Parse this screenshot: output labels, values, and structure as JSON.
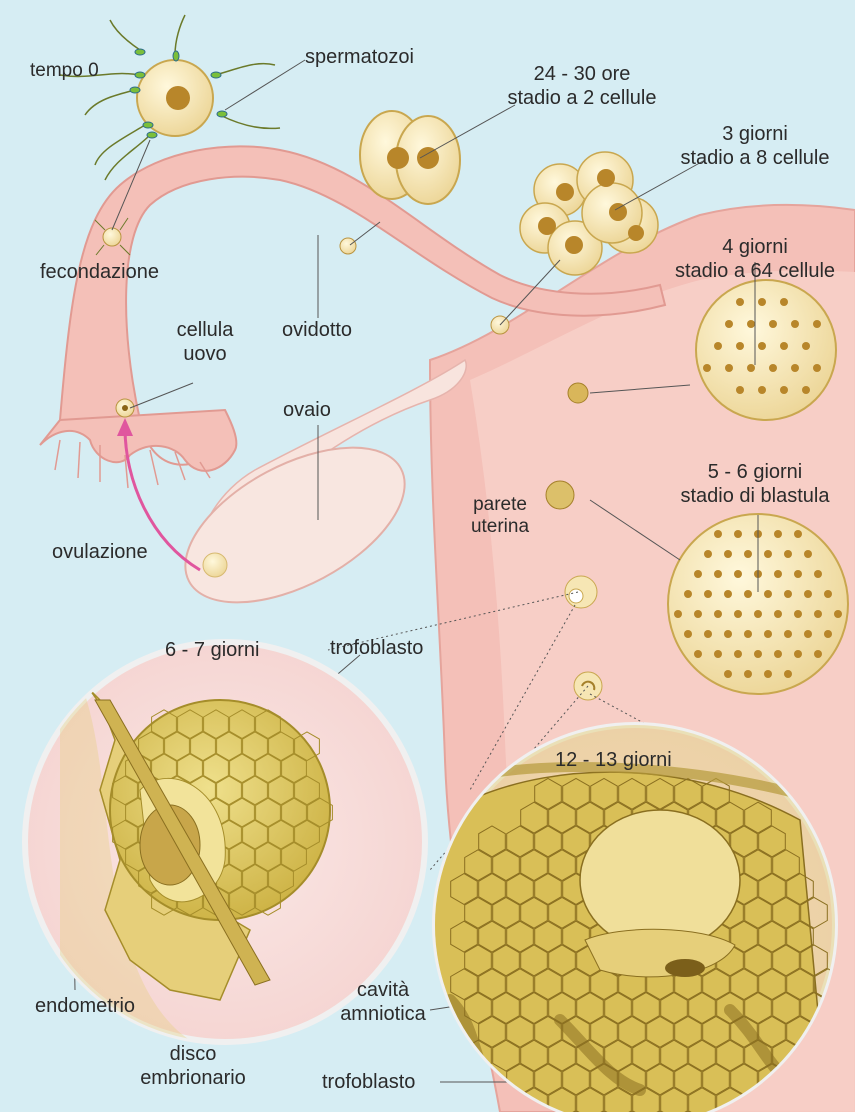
{
  "diagram": {
    "labels": {
      "tempo_0": "tempo 0",
      "spermatozoi": "spermatozoi",
      "stage_24_30": "24 - 30 ore\nstadio a 2 cellule",
      "stage_3g": "3 giorni\nstadio a 8 cellule",
      "stage_4g": "4 giorni\nstadio a 64 cellule",
      "fecondazione": "fecondazione",
      "cellula_uovo": "cellula\nuovo",
      "ovidotto": "ovidotto",
      "ovaio": "ovaio",
      "ovulazione": "ovulazione",
      "parete_uterina": "parete\nuterina",
      "stage_5_6": "5 - 6 giorni\nstadio di blastula",
      "stage_6_7": "6 - 7 giorni",
      "trofoblasto_top": "trofoblasto",
      "stage_12_13": "12 - 13 giorni",
      "endometrio": "endometrio",
      "disco_embrionario": "disco\nembrionario",
      "cavita_amniotica": "cavità\namniotica",
      "trofoblasto_bottom": "trofoblasto"
    }
  },
  "colors": {
    "background": "#d6edf3",
    "tissue": "#f4c0b8",
    "tissue_dark": "#e99a93",
    "cell": "#f6e6b4",
    "nucleus": "#b8862a",
    "embryo": "#d6bf5a",
    "ovulation_arrow": "#e0569e"
  }
}
